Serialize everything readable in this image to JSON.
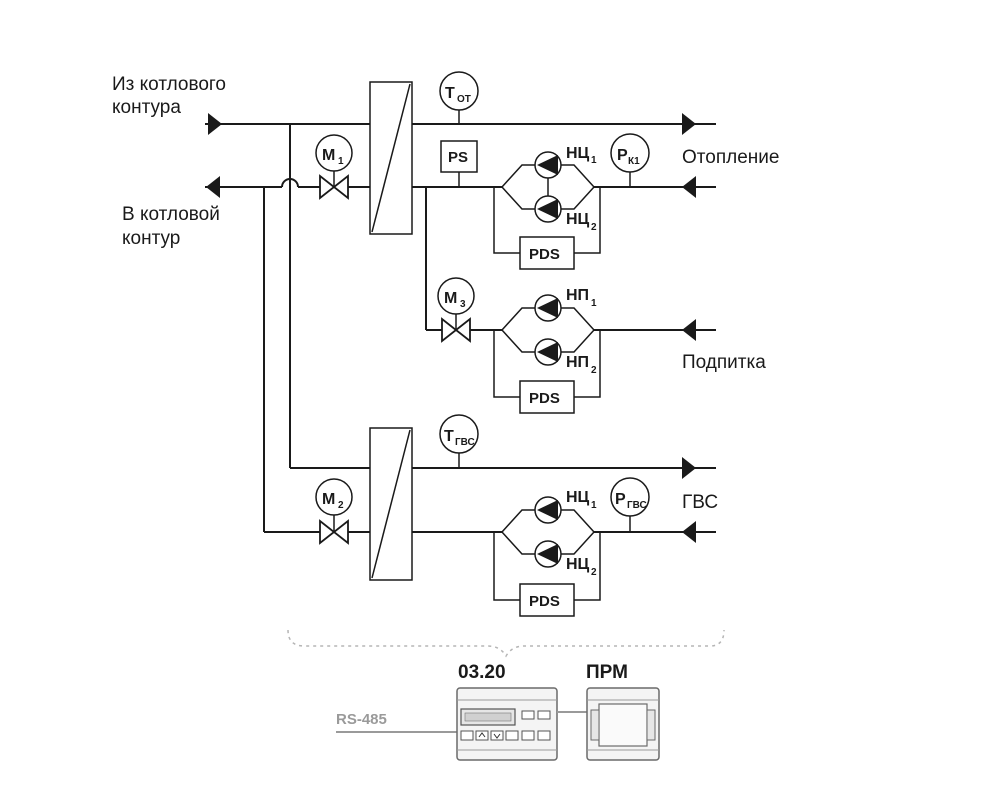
{
  "labels": {
    "from_boiler_1": "Из котлового",
    "from_boiler_2": "контура",
    "to_boiler_1": "В котловой",
    "to_boiler_2": "контур",
    "heating": "Отопление",
    "makeup": "Подпитка",
    "dhw": "ГВС",
    "rs485": "RS-485"
  },
  "instruments": {
    "t_ot_main": "T",
    "t_ot_sub": "ОТ",
    "t_gvs_main": "T",
    "t_gvs_sub": "ГВС",
    "p_k1_main": "P",
    "p_k1_sub": "К1",
    "p_gvs_main": "P",
    "p_gvs_sub": "ГВС",
    "m1_main": "M",
    "m1_sub": "1",
    "m2_main": "M",
    "m2_sub": "2",
    "m3_main": "M",
    "m3_sub": "3",
    "ps": "PS",
    "pds": "PDS"
  },
  "pumps": {
    "nts_main": "НЦ",
    "np_main": "НП",
    "sub_1": "1",
    "sub_2": "2"
  },
  "devices": {
    "controller": "03.20",
    "module": "ПРМ"
  }
}
